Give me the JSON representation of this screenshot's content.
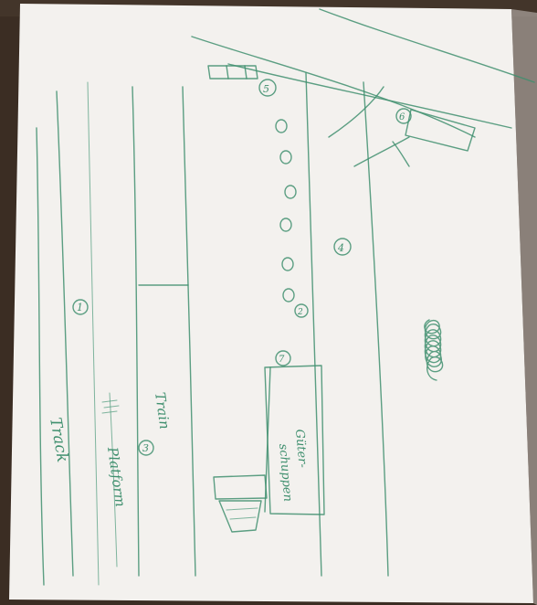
{
  "labels": {
    "track": "Track",
    "track_marker": "1",
    "platform": "Platform",
    "train": "Train",
    "train_marker": "3",
    "marker_2": "2",
    "marker_4": "4",
    "marker_5": "5",
    "marker_6": "6",
    "marker_7": "7",
    "gueterschuppen_line1": "Güter-",
    "gueterschuppen_line2": "schuppen"
  },
  "colors": {
    "paper": "#f3f1ee",
    "ink": "#3f8f6e",
    "table": "#3a2c22"
  }
}
